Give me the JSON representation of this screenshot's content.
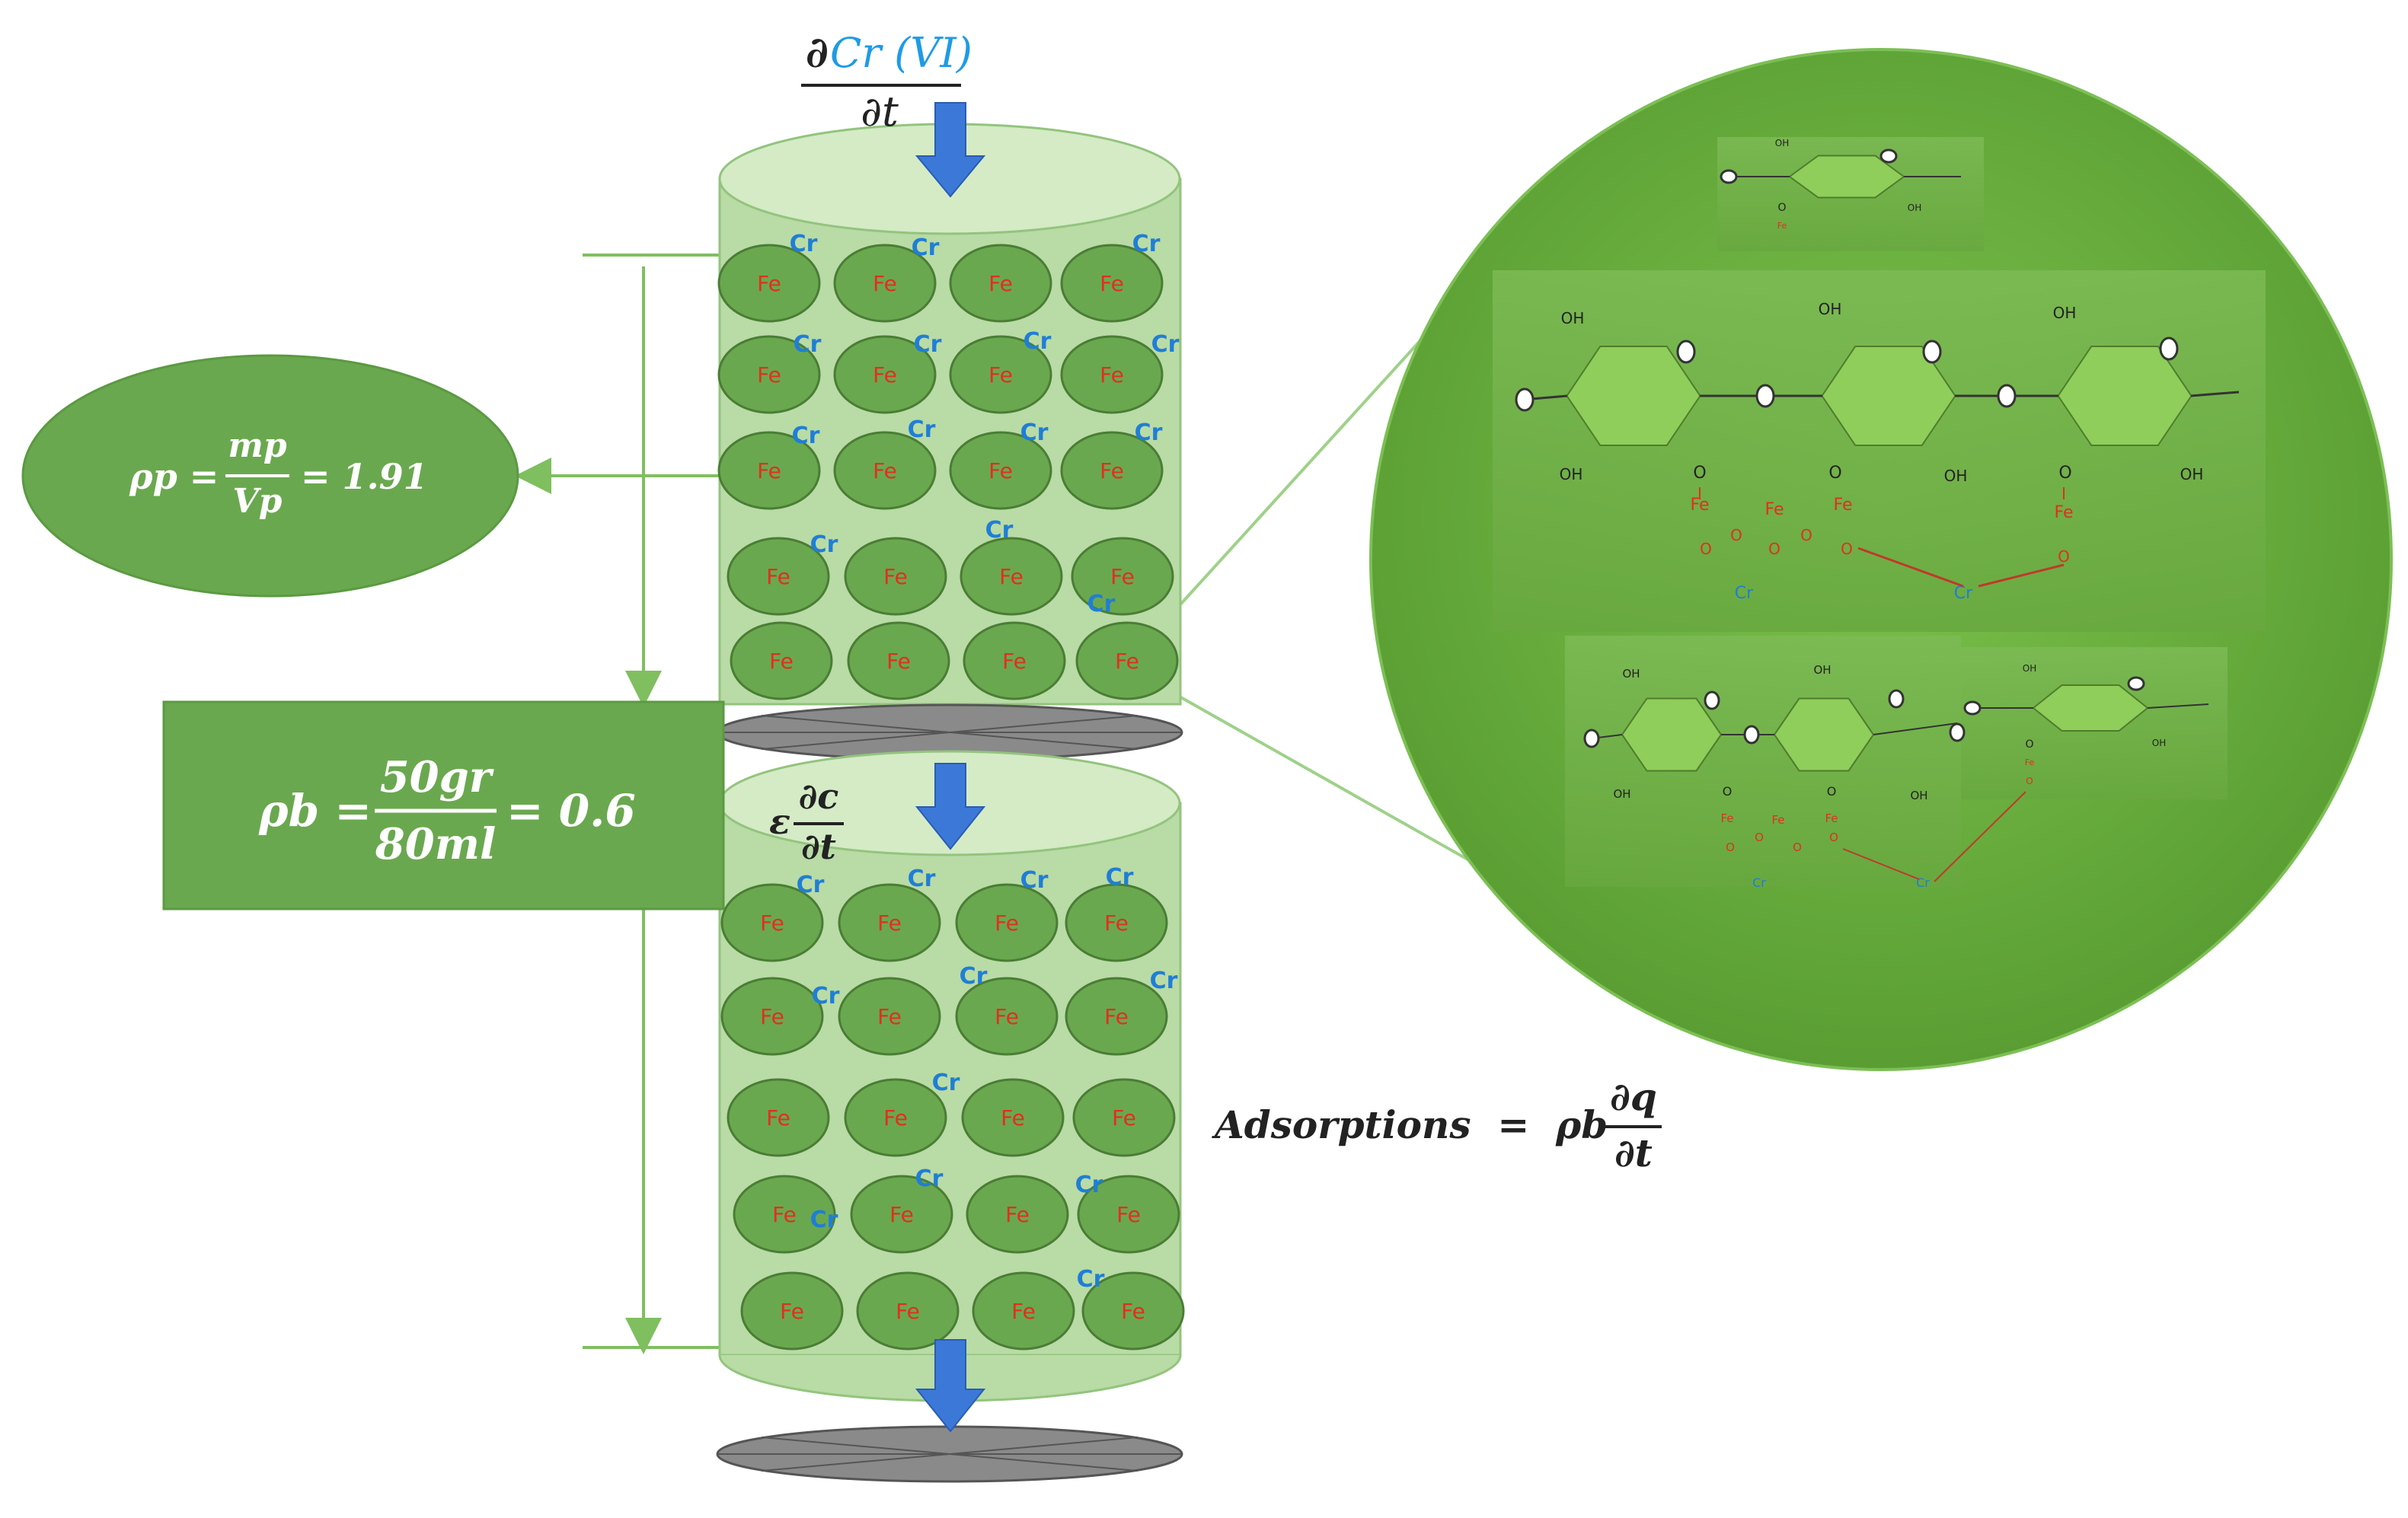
{
  "colors": {
    "column_fill": "#b9dba6",
    "column_top": "#d4ebc6",
    "column_stroke": "#93c47d",
    "bead_fill": "#6aa84f",
    "bead_stroke": "#4a7d35",
    "fe_text": "#e0301e",
    "cr_text": "#1f7ed6",
    "arrow_blue": "#3c78d8",
    "label_green": "#6aa84f",
    "big_circle": "#6aab3f",
    "hexagon": "#8fce5a",
    "disc": "#8a8a8a",
    "guide_line": "#7fbf5f"
  },
  "top_flux": {
    "partial": "∂",
    "species": "Cr (VI)",
    "denominator": "∂t"
  },
  "particle_density": {
    "lhs": "ρp =",
    "numerator": "mp",
    "denominator": "Vp",
    "rhs": "= 1.91"
  },
  "bulk_density": {
    "lhs": "ρb =",
    "numerator": "50gr",
    "denominator": "80ml",
    "rhs": "= 0.6"
  },
  "porosity_term": {
    "epsilon": "ε",
    "numerator": "∂c",
    "denominator": "∂t"
  },
  "adsorption": {
    "lhs": "Adsorptions  =  ρb",
    "numerator": "∂q",
    "denominator": "∂t"
  },
  "bead_labels": {
    "fe": "Fe",
    "cr": "Cr"
  },
  "chem_labels": {
    "oh": "OH",
    "o": "O",
    "fe": "Fe",
    "cr": "Cr"
  }
}
